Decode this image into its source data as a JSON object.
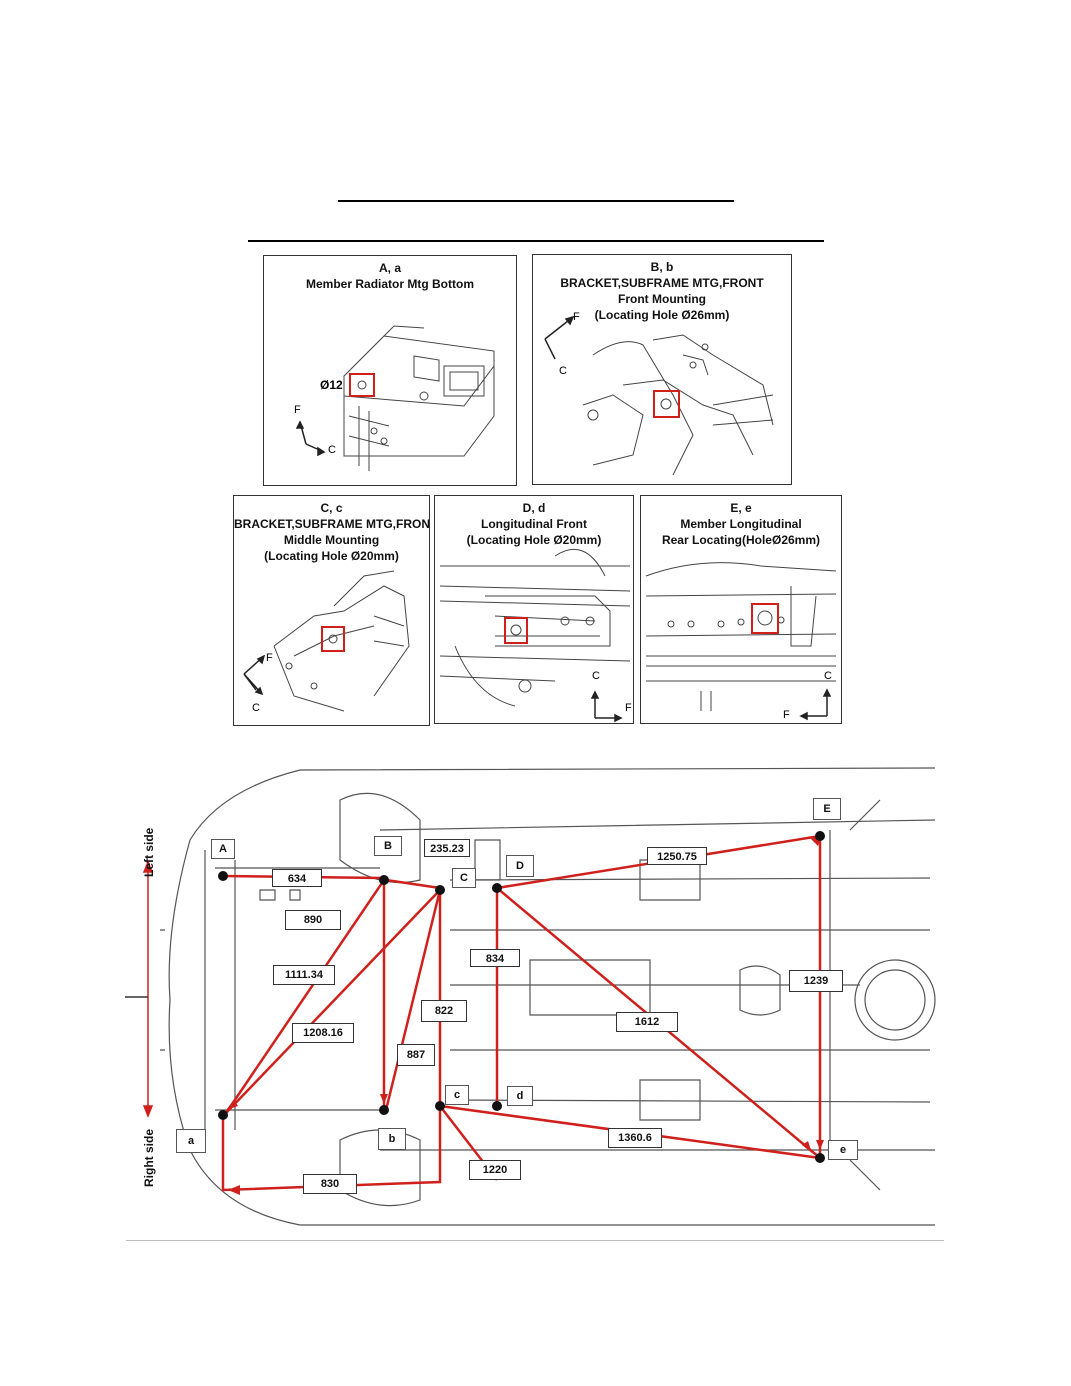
{
  "panels": [
    {
      "id": "A",
      "title": [
        "A, a",
        "Member Radiator Mtg Bottom"
      ],
      "callout": "Ø12",
      "axes": [
        "F",
        "C"
      ]
    },
    {
      "id": "B",
      "title": [
        "B, b",
        "BRACKET,SUBFRAME MTG,FRONT",
        "Front Mounting",
        "(Locating Hole Ø26mm)"
      ],
      "axes": [
        "F",
        "C"
      ]
    },
    {
      "id": "C",
      "title": [
        "C, c",
        "BRACKET,SUBFRAME MTG,FRONT",
        "Middle Mounting",
        "(Locating Hole Ø20mm)"
      ],
      "axes": [
        "F",
        "C"
      ]
    },
    {
      "id": "D",
      "title": [
        "D, d",
        "Longitudinal Front",
        "(Locating Hole Ø20mm)"
      ],
      "axes": [
        "C",
        "F"
      ]
    },
    {
      "id": "E",
      "title": [
        "E, e",
        "Member Longitudinal",
        "Rear Locating(HoleØ26mm)"
      ],
      "axes": [
        "C",
        "F"
      ]
    }
  ],
  "diagram": {
    "side_left": "Left side",
    "side_right": "Right side",
    "points": [
      "A",
      "B",
      "C",
      "D",
      "E",
      "a",
      "b",
      "c",
      "d",
      "e"
    ],
    "measurements": [
      "634",
      "235.23",
      "1250.75",
      "890",
      "1111.34",
      "834",
      "1239",
      "822",
      "1612",
      "1208.16",
      "887",
      "1360.6",
      "1220",
      "830"
    ],
    "colors": {
      "measure": "#d0201c",
      "line": "#333333"
    }
  }
}
